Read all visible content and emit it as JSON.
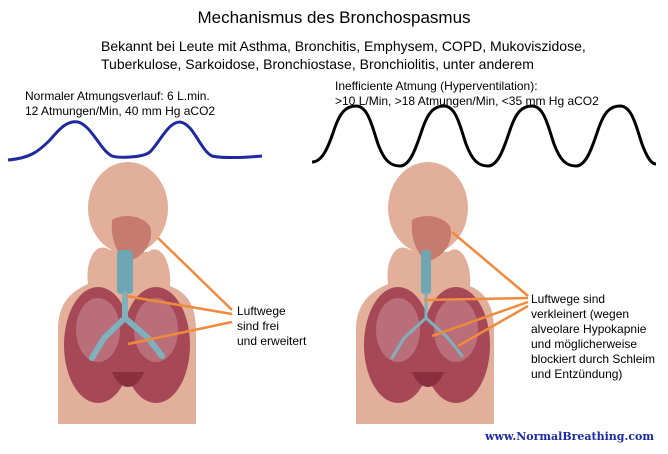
{
  "title": "Mechanismus des Bronchospasmus",
  "subtitle_line1": "Bekannt bei Leute mit Asthma, Bronchitis, Emphysem, COPD, Mukoviszidose,",
  "subtitle_line2": "Tuberkulose, Sarkoidose, Bronchiostase, Bronchiolitis, unter anderem",
  "left": {
    "note_line1": "Normaler Atmungsverlauf: 6 L.min.",
    "note_line2": "12 Atmungen/Min, 40 mm Hg aCO2",
    "label_lines": [
      "Luftwege",
      "sind frei",
      "und erweitert"
    ],
    "wave_color": "#1f2aa0"
  },
  "right": {
    "note_line1": "Inefficiente Atmung (Hyperventilation):",
    "note_line2": ">10 L/Min, >18 Atmungen/Min, <35 mm Hg aCO2",
    "label_lines": [
      "Luftwege sind",
      "verkleinert (wegen",
      "alveolare Hypokapnie",
      "und möglicherweise",
      "blockiert durch Schleim",
      "und Entzündung)"
    ],
    "wave_color": "#000000"
  },
  "footer_url": "www.NormalBreathing.com",
  "colors": {
    "arrow": "#f08a3c",
    "skin": "#e2b09a",
    "lung": "#a64856",
    "trachea": "#6fa6b4"
  }
}
